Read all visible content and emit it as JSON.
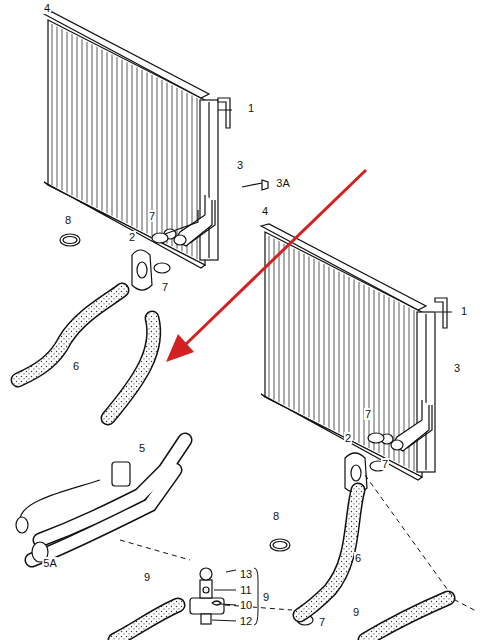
{
  "diagram": {
    "labels": [
      "4",
      "1",
      "3",
      "3A",
      "8",
      "7",
      "2",
      "7",
      "4",
      "1",
      "6",
      "3",
      "5",
      "7",
      "2",
      "7",
      "5A",
      "8",
      "6",
      "9",
      "13",
      "11",
      "10",
      "12",
      "9",
      "7",
      "9"
    ]
  }
}
